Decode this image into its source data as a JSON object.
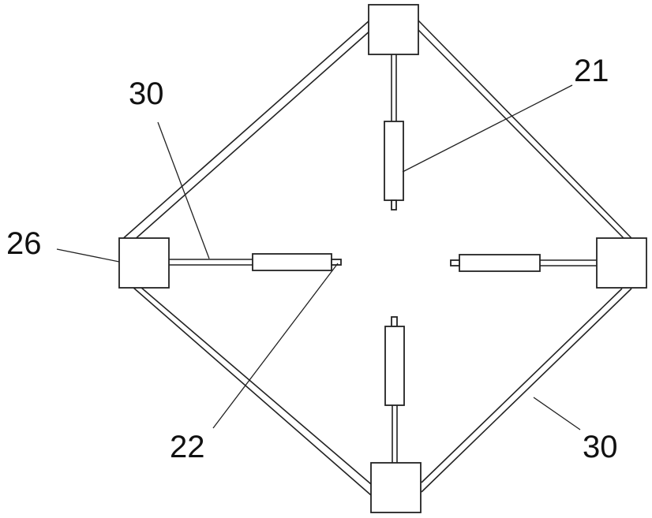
{
  "labels": {
    "top_right": "21",
    "top_left": "30",
    "left": "26",
    "bottom_left": "22",
    "bottom_right": "30"
  }
}
